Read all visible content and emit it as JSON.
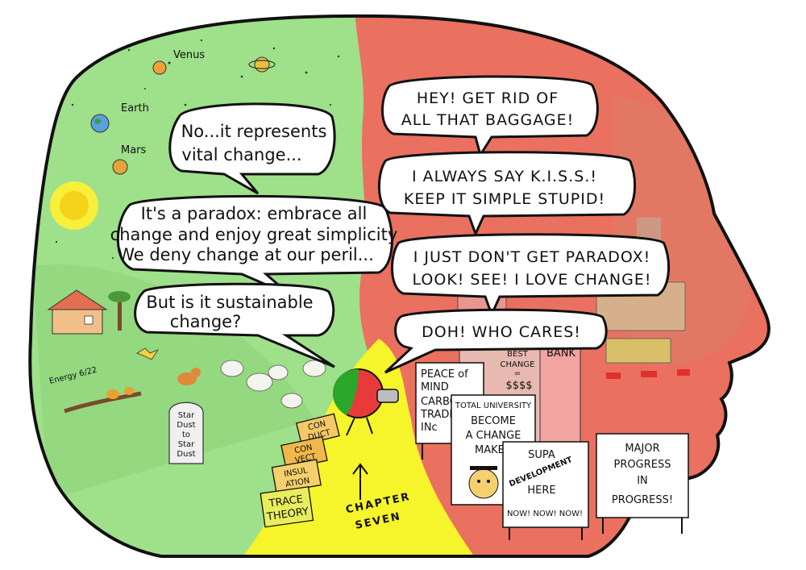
{
  "planets": {
    "venus": "Venus",
    "earth": "Earth",
    "mars": "Mars"
  },
  "green_bubbles": {
    "b1": [
      "No...it represents",
      "vital change..."
    ],
    "b2": [
      "It's a paradox: embrace all",
      "change and enjoy great simplicity",
      "We deny change at our peril..."
    ],
    "b3": [
      "But is it sustainable",
      "change?"
    ]
  },
  "red_bubbles": {
    "b1": [
      "HEY! GET RID OF",
      "ALL THAT BAGGAGE!"
    ],
    "b2": [
      "I ALWAYS SAY K.I.S.S.!",
      "KEEP IT SIMPLE STUPID!"
    ],
    "b3": [
      "I JUST DON'T GET PARADOX!",
      "LOOK! SEE! I LOVE CHANGE!"
    ],
    "b4": [
      "DOH! WHO CARES!"
    ]
  },
  "signature": "Energy 6/22",
  "gravestone": [
    "Star",
    "Dust",
    "to",
    "Star",
    "Dust"
  ],
  "baggage": {
    "b1": [
      "CON",
      "DUCT"
    ],
    "b2": [
      "CON",
      "VECT"
    ],
    "b3": [
      "INSUL",
      "ATION"
    ],
    "b4": [
      "TRACE",
      "THEORY"
    ]
  },
  "chapter": [
    "CHAPTER",
    "SEVEN"
  ],
  "signs": {
    "peace": [
      "PEACE of",
      "MIND",
      "CARBON",
      "TRADERS",
      "INc"
    ],
    "best": [
      "BEST",
      "CHANGE",
      "=",
      "$$$$"
    ],
    "bank": "BANK",
    "university": [
      "TOTAL UNIVERSITY",
      "BECOME",
      "A CHANGE",
      "MAKER"
    ],
    "supa": [
      "SUPA",
      "DEVELOPMENT",
      "HERE",
      "NOW! NOW! NOW!"
    ],
    "major": [
      "MAJOR",
      "PROGRESS",
      "IN",
      "PROGRESS!"
    ]
  }
}
